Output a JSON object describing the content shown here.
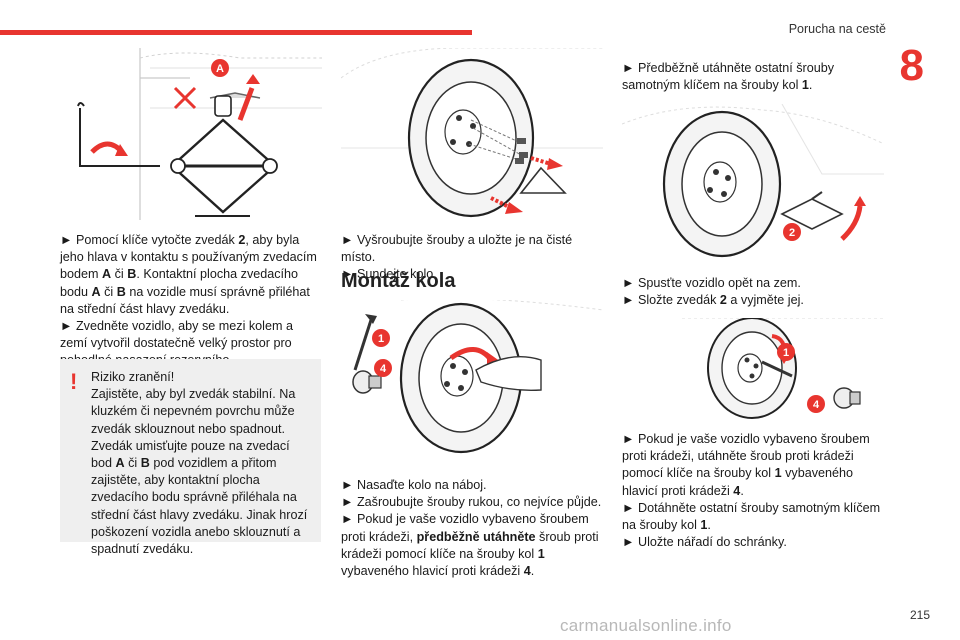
{
  "header": {
    "title": "Porucha na cestě",
    "chapter_number": "8"
  },
  "colors": {
    "accent": "#e8352f"
  },
  "illustrations": {
    "jack": {
      "label_a": "A"
    },
    "wheel_remove": {},
    "wheel_mount": {
      "label_1": "1",
      "label_4": "4"
    },
    "prelim_tighten": {
      "label_2": "2"
    },
    "jack_remove": {
      "label_1": "1",
      "label_4": "4"
    }
  },
  "col1": {
    "p1": {
      "arrow": "►",
      "t1": " Pomocí klíče vytočte zvedák ",
      "b1": "2",
      "t2": ", aby byla jeho hlava v kontaktu s používaným zvedacím bodem ",
      "b2": "A",
      "t3": " či ",
      "b3": "B",
      "t4": ". Kontaktní plocha zvedacího bodu ",
      "b4": "A",
      "t5": " či ",
      "b5": "B",
      "t6": " na vozidle musí správně přiléhat na střední část hlavy zvedáku."
    },
    "p2": {
      "arrow": "►",
      "text": " Zvedněte vozidlo, aby se mezi kolem a zemí vytvořil dostatečně velký prostor pro pohodlné nasazení rezervního (nepropíchnutého) kola."
    },
    "warning": {
      "icon": "!",
      "title": "Riziko zranění!",
      "line1": "Zajistěte, aby byl zvedák stabilní. Na kluzkém či nepevném povrchu může zvedák sklouznout nebo spadnout.",
      "t1": "Zvedák umisťujte pouze na zvedací bod ",
      "b1": "A",
      "t2": " či ",
      "b2": "B",
      "t3": " pod vozidlem a přitom zajistěte, aby kontaktní plocha zvedacího bodu správně přiléhala na střední část hlavy zvedáku. Jinak hrozí poškození vozidla anebo sklouznutí a spadnutí zvedáku."
    }
  },
  "col2": {
    "p1": {
      "arrow": "►",
      "text": " Vyšroubujte šrouby a uložte je na čisté místo."
    },
    "p2": {
      "arrow": "►",
      "text": " Sundejte kolo."
    },
    "heading": "Montáž kola",
    "p3": {
      "arrow": "►",
      "text": " Nasaďte kolo na náboj."
    },
    "p4": {
      "arrow": "►",
      "text": " Zašroubujte šrouby rukou, co nejvíce půjde."
    },
    "p5": {
      "arrow": "►",
      "t1": " Pokud je vaše vozidlo vybaveno šroubem proti krádeži, ",
      "b1": "předběžně utáhněte",
      "t2": " šroub proti krádeži pomocí klíče na šrouby kol ",
      "b2": "1",
      "t3": " vybaveného hlavicí proti krádeži ",
      "b3": "4",
      "t4": "."
    }
  },
  "col3": {
    "p1": {
      "arrow": "►",
      "t1": " Předběžně utáhněte ostatní šrouby samotným klíčem na šrouby kol ",
      "b1": "1",
      "t2": "."
    },
    "p2": {
      "arrow": "►",
      "text": " Spusťte vozidlo opět na zem."
    },
    "p3": {
      "arrow": "►",
      "t1": " Složte zvedák ",
      "b1": "2",
      "t2": " a vyjměte jej."
    },
    "p4": {
      "arrow": "►",
      "t1": " Pokud je vaše vozidlo vybaveno šroubem proti krádeži, utáhněte šroub proti krádeži pomocí klíče na šrouby kol ",
      "b1": "1",
      "t2": " vybaveného hlavicí proti krádeži ",
      "b2": "4",
      "t3": "."
    },
    "p5": {
      "arrow": "►",
      "t1": " Dotáhněte ostatní šrouby samotným klíčem na šrouby kol ",
      "b1": "1",
      "t2": "."
    },
    "p6": {
      "arrow": "►",
      "text": " Uložte nářadí do schránky."
    }
  },
  "footer": {
    "page_number": "215",
    "watermark": "carmanualsonline.info"
  }
}
